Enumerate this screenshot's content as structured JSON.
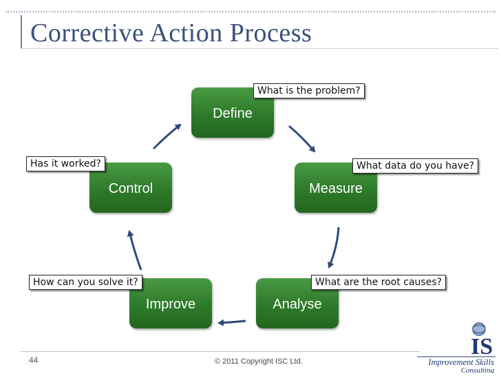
{
  "slide": {
    "title": "Corrective Action Process",
    "page_number": "44",
    "copyright": "© 2011 Copyright ISC Ltd."
  },
  "steps": {
    "define": "Define",
    "measure": "Measure",
    "analyse": "Analyse",
    "improve": "Improve",
    "control": "Control"
  },
  "questions": {
    "define": "What is the problem?",
    "measure": "What data do you have?",
    "analyse": "What are the root causes?",
    "improve": "How can you solve it?",
    "control": "Has it worked?"
  },
  "logo": {
    "mark": "IS",
    "line1": "Improvement Skills",
    "line2": "Consulting"
  },
  "colors": {
    "step_green": "#2d7a2a",
    "arrow": "#2f4a7a",
    "title": "#3a4f7a"
  }
}
